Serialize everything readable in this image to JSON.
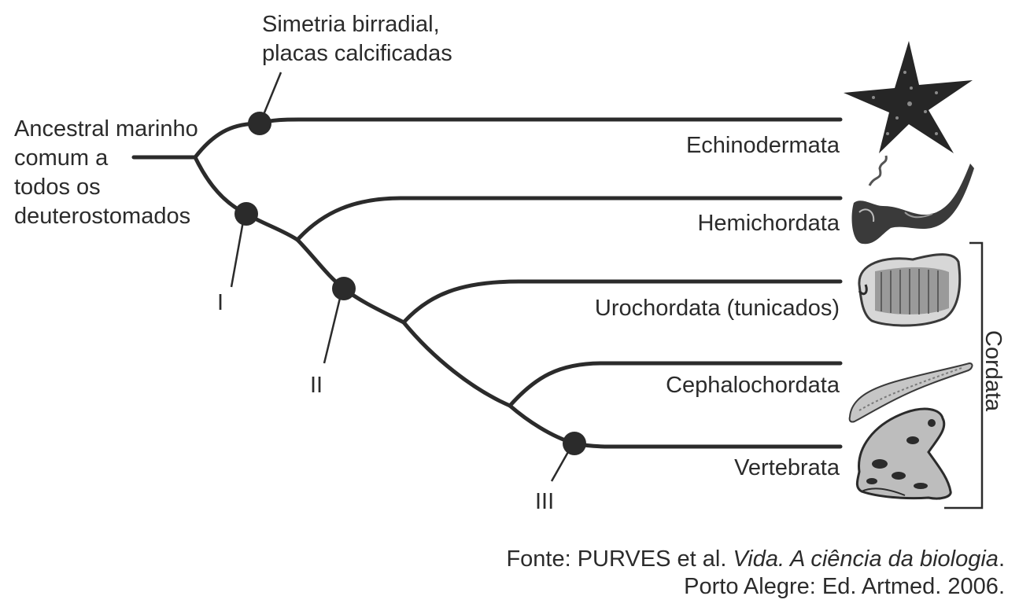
{
  "ancestor": {
    "lines": [
      "Ancestral marinho",
      "comum a",
      "todos os",
      "deuterostomados"
    ]
  },
  "echinoderm_trait": {
    "lines": [
      "Simetria birradial,",
      "placas calcificadas"
    ]
  },
  "markers": {
    "one": "I",
    "two": "II",
    "three": "III"
  },
  "taxa": [
    {
      "label": "Echinodermata",
      "icon": "starfish-icon"
    },
    {
      "label": "Hemichordata",
      "icon": "acorn-worm-icon"
    },
    {
      "label": "Urochordata (tunicados)",
      "icon": "tunicate-icon"
    },
    {
      "label": "Cephalochordata",
      "icon": "lancelet-icon"
    },
    {
      "label": "Vertebrata",
      "icon": "frog-icon"
    }
  ],
  "group": {
    "label": "Cordata"
  },
  "source": {
    "prefix": "Fonte: PURVES et al. ",
    "title": "Vida. A ciência da biologia",
    "suffix": ".",
    "line2": "Porto Alegre: Ed. Artmed. 2006."
  },
  "colors": {
    "ink": "#2b2b2b"
  }
}
